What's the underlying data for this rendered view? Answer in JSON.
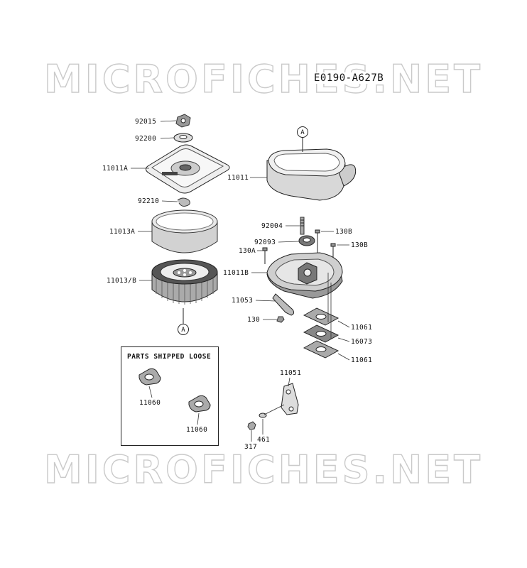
{
  "watermark": {
    "top": "MICROFICHES.NET",
    "bottom": "MICROFICHES.NET"
  },
  "diagram_code": "E0190-A627B",
  "callouts": {
    "a_top": "A",
    "a_bottom": "A"
  },
  "parts": {
    "p92015": "92015",
    "p92200": "92200",
    "p11011A": "11011A",
    "p92210": "92210",
    "p11013A": "11013A",
    "p11013B": "11013/B",
    "p11011": "11011",
    "p92004": "92004",
    "p130B_1": "130B",
    "p92093": "92093",
    "p130B_2": "130B",
    "p130A": "130A",
    "p11011B": "11011B",
    "p11053": "11053",
    "p130": "130",
    "p11061_1": "11061",
    "p16073": "16073",
    "p11061_2": "11061",
    "p11051": "11051",
    "p317": "317",
    "p461": "461"
  },
  "loose": {
    "title": "PARTS SHIPPED LOOSE",
    "p11060_1": "11060",
    "p11060_2": "11060"
  }
}
